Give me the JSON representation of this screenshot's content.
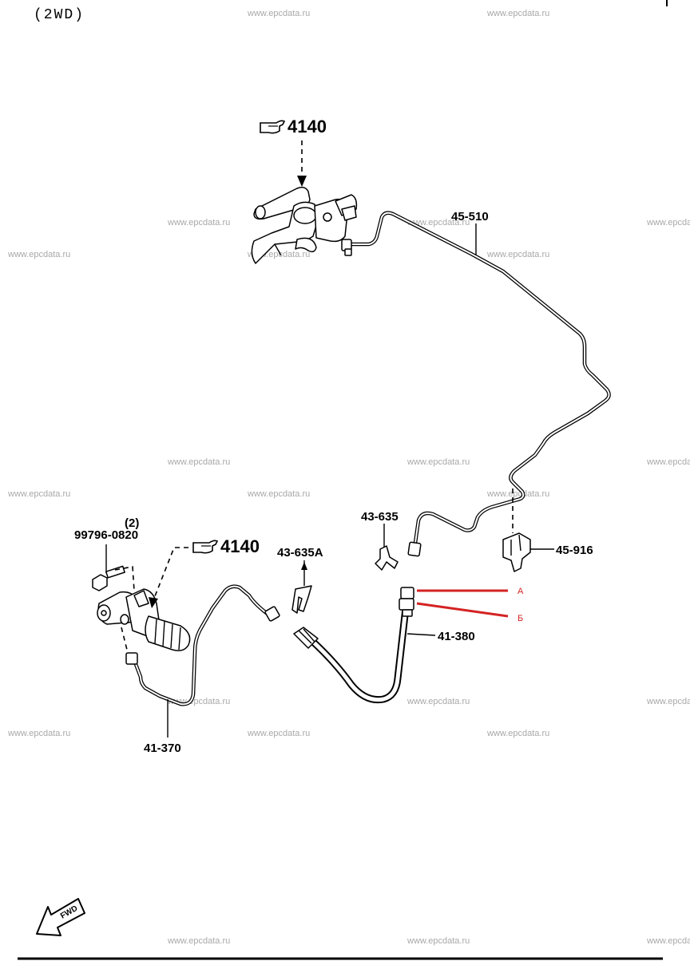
{
  "header": {
    "title": "(2WD)"
  },
  "watermark": {
    "text": "www.epcdata.ru"
  },
  "parts": {
    "master_cylinder_ref": "4140",
    "release_cylinder_ref": "4140",
    "pipe_upper": "45-510",
    "clip_upper": "43-635",
    "clip_lower": "43-635A",
    "bracket": "45-916",
    "hose": "41-380",
    "pipe_lower": "41-370",
    "bolt": "99796-0820",
    "bolt_qty": "(2)"
  },
  "markers": {
    "a": "А",
    "b": "Б"
  },
  "fwd_label": "FWD",
  "colors": {
    "marker": "#d42323",
    "watermark": "#a8a8a8"
  }
}
